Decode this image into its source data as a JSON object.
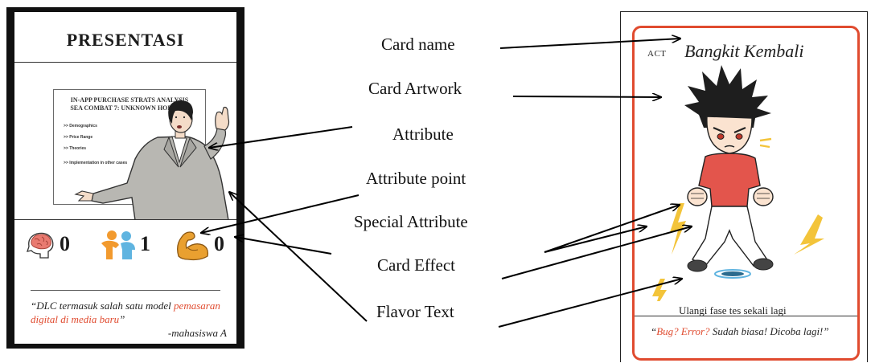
{
  "left_card": {
    "title": "PRESENTASI",
    "slide_title_line1": "IN-APP PURCHASE STRATS ANALYSIS",
    "slide_title_line2": "SEA COMBAT 7: UNKNOWN HORIZON",
    "slide_items": [
      ">> Demographics",
      ">> Price Range",
      ">> Theories",
      ">> Implementation in other cases"
    ],
    "attributes": [
      {
        "icon": "brain-icon",
        "value": "0"
      },
      {
        "icon": "people-icon",
        "value": "1"
      },
      {
        "icon": "bicep-icon",
        "value": "0"
      }
    ],
    "flavor_part1": "“DLC termasuk salah satu model ",
    "flavor_red1": "pemasaran",
    "flavor_red2": "digital di media baru",
    "flavor_part2": "”",
    "flavor_author": "-mahasiswa A"
  },
  "right_card": {
    "type_tag": "ACT",
    "name": "Bangkit Kembali",
    "effect_text": "Ulangi fase tes sekali lagi",
    "flavor_open": "“",
    "flavor_red": "Bug? Error?",
    "flavor_rest": " Sudah biasa! Dicoba lagi!”"
  },
  "labels": {
    "card_name": "Card name",
    "card_artwork": "Card Artwork",
    "attribute": "Attribute",
    "attribute_point": "Attribute point",
    "special_attribute": "Special Attribute",
    "card_effect": "Card Effect",
    "flavor_text": "Flavor Text"
  },
  "colors": {
    "accent_red": "#e04b2f",
    "brain_pink": "#e97a70",
    "people_orange": "#f29a2e",
    "people_blue": "#5fb4e0",
    "bicep_orange": "#e9a030",
    "lightning_yellow": "#f3c43a"
  }
}
